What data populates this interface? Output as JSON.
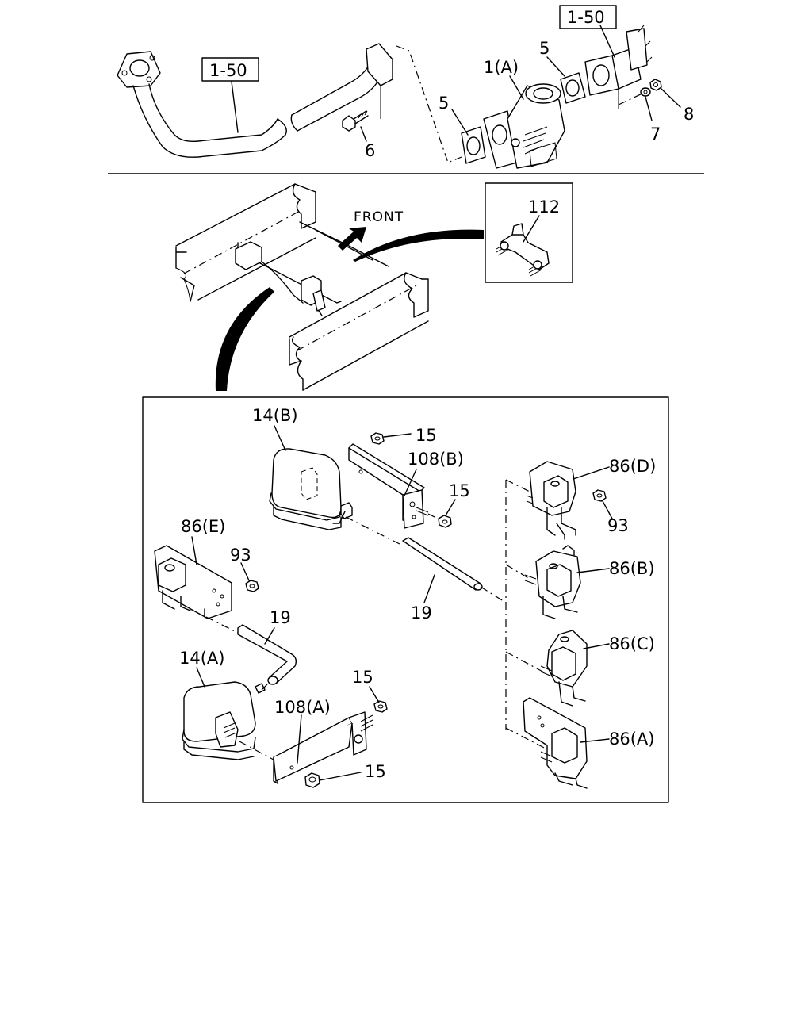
{
  "labels": {
    "ref_1_50_left": "1-50",
    "ref_1_50_right": "1-50",
    "p1a": "1(A)",
    "p5_top": "5",
    "p5_mid": "5",
    "p6": "6",
    "p7": "7",
    "p8": "8",
    "front": "FRONT",
    "p112": "112",
    "p14b": "14(B)",
    "p15_a": "15",
    "p108b": "108(B)",
    "p15_b": "15",
    "p86d": "86(D)",
    "p93_right": "93",
    "p86e": "86(E)",
    "p93_left": "93",
    "p86b": "86(B)",
    "p19_mid": "19",
    "p19_left": "19",
    "p86c": "86(C)",
    "p14a": "14(A)",
    "p15_c": "15",
    "p108a": "108(A)",
    "p15_d": "15",
    "p86a": "86(A)"
  }
}
